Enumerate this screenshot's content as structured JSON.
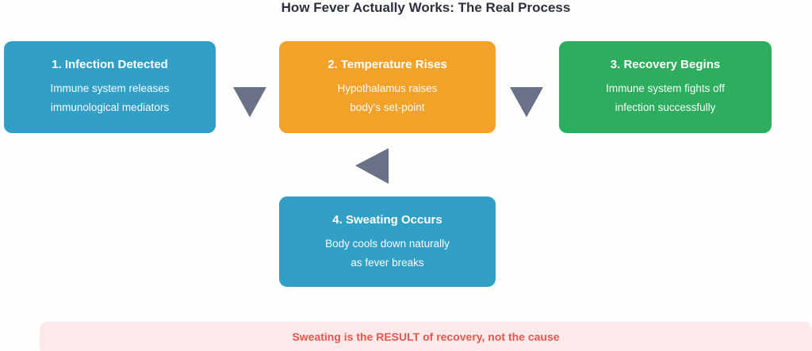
{
  "title": "How Fever Actually Works: The Real Process",
  "steps": [
    {
      "title": "1. Infection Detected",
      "lines": [
        "Immune system releases",
        "immunological mediators"
      ],
      "color": "#32a0c6"
    },
    {
      "title": "2. Temperature Rises",
      "lines": [
        "Hypothalamus raises",
        "body's set-point"
      ],
      "color": "#f2a129"
    },
    {
      "title": "3. Recovery Begins",
      "lines": [
        "Immune system fights off",
        "infection successfully"
      ],
      "color": "#2ead5e"
    },
    {
      "title": "4. Sweating Occurs",
      "lines": [
        "Body cools down naturally",
        "as fever breaks"
      ],
      "color": "#32a0c6"
    }
  ],
  "arrows": {
    "color": "#6a7288",
    "sequence": [
      "down",
      "down",
      "left"
    ]
  },
  "banner": {
    "text": "Sweating is the RESULT of recovery, not the cause",
    "background": "#fce9e9",
    "text_color": "#e1584e"
  },
  "colors": {
    "title_text": "#2d313d",
    "step_text": "#ffffff",
    "background": "#fefefe"
  }
}
